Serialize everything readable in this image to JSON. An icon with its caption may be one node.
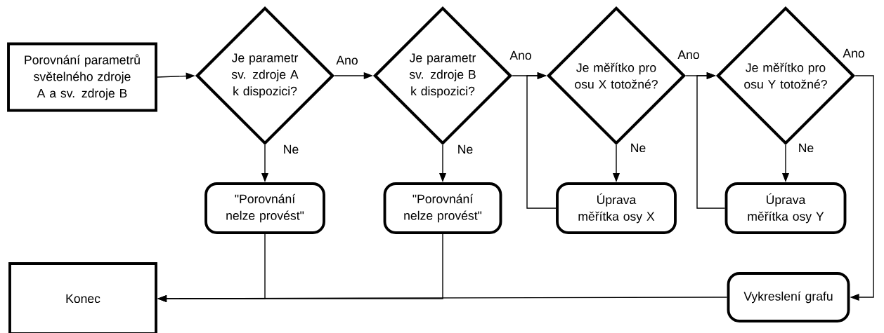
{
  "diagram": {
    "nodes": [
      {
        "text": [
          "Porovnání parametrů světelného zdroje A a sv. zdroje B"
        ]
      },
      {
        "text": [
          "Je parametr sv. zdroje A k dispozici?"
        ]
      },
      {
        "text": [
          "Je parametr sv. zdroje B k dispozici?"
        ]
      },
      {
        "text": [
          "Je měřítko pro osu X totožné?"
        ]
      },
      {
        "text": [
          "Je měřítko pro osu Y totožné?"
        ]
      },
      {
        "text": [
          "\"Porovnání nelze provést\""
        ]
      },
      {
        "text": [
          "\"Porovnání nelze provést\""
        ]
      },
      {
        "text": [
          "Úprava měřítka osy X"
        ]
      },
      {
        "text": [
          "Úprava měřítka osy Y"
        ]
      },
      {
        "text": [
          "Konec"
        ]
      },
      {
        "text": [
          "Vykreslení grafu"
        ]
      }
    ],
    "edges": [
      {
        "from": 0,
        "to": 1,
        "arrow": "to"
      },
      {
        "from": 1,
        "to": 2,
        "arrow": "to",
        "label": "Ano"
      },
      {
        "from": 1,
        "to": 5,
        "arrow": "to",
        "label": "Ne"
      },
      {
        "from": 2,
        "to": 3,
        "arrow": "to",
        "label": "Ano"
      },
      {
        "from": 2,
        "to": 6,
        "arrow": "to",
        "label": "Ne"
      },
      {
        "from": 3,
        "to": 4,
        "arrow": "to",
        "label": "Ano"
      },
      {
        "from": 3,
        "to": 7,
        "arrow": "to",
        "label": "Ne"
      },
      {
        "from": 4,
        "to": 8,
        "arrow": "to",
        "label": "Ne"
      },
      {
        "from": 4,
        "to": 10,
        "arrow": "to",
        "label": "Ano"
      },
      {
        "from": 7,
        "to": 3,
        "arrow": "to"
      },
      {
        "from": 8,
        "to": 4,
        "arrow": "to"
      },
      {
        "from": 5,
        "to": 9,
        "arrow": "to"
      },
      {
        "from": 6,
        "to": 9,
        "arrow": "to"
      },
      {
        "from": 10,
        "to": 9,
        "arrow": "to"
      }
    ]
  }
}
